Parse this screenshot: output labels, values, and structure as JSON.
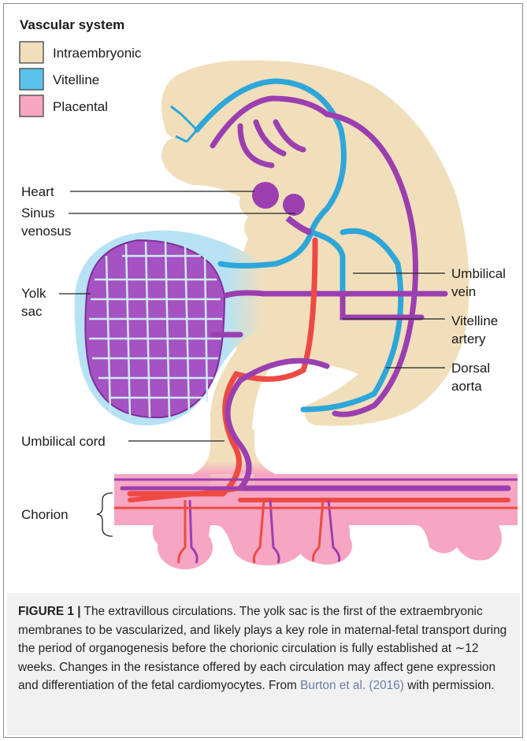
{
  "legend": {
    "title": "Vascular system",
    "items": [
      {
        "label": "Intraembryonic",
        "color": "#f1dfbc"
      },
      {
        "label": "Vitelline",
        "color": "#5bc4ea"
      },
      {
        "label": "Placental",
        "color": "#f6a5c3"
      }
    ]
  },
  "labels": {
    "heart": "Heart",
    "sinus_1": "Sinus",
    "sinus_2": "venosus",
    "yolk_1": "Yolk",
    "yolk_2": "sac",
    "umb_vein_1": "Umbilical",
    "umb_vein_2": "vein",
    "vit_art_1": "Vitelline",
    "vit_art_2": "artery",
    "dorsal_1": "Dorsal",
    "dorsal_2": "aorta",
    "cord": "Umbilical cord",
    "chorion": "Chorion"
  },
  "caption": {
    "figure_label": "FIGURE 1 |",
    "text_before_cite": " The extravillous circulations. The yolk sac is the first of the extraembryonic membranes to be vascularized, and likely plays a key role in maternal-fetal transport during the period of organogenesis before the chorionic circulation is fully established at ∼12 weeks. Changes in the resistance offered by each circulation may affect gene expression and differentiation of the fetal cardiomyocytes. From ",
    "citation": "Burton et al. (2016)",
    "text_after_cite": " with permission."
  },
  "colors": {
    "intraembryonic": "#f1dfbc",
    "vitelline": "#5bc4ea",
    "placental": "#f6a5c3",
    "artery_purple": "#9b3fb0",
    "umbilical_red": "#ee4a44",
    "vessel_blue": "#2ea6d9"
  }
}
